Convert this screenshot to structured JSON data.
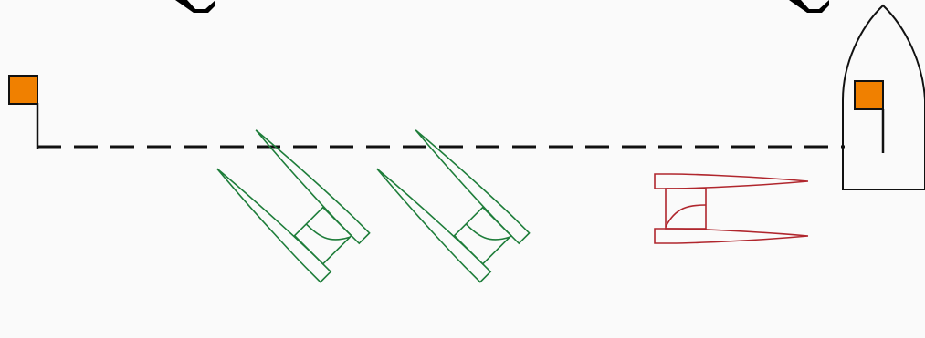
{
  "diagram": {
    "flag_color": "#f08000",
    "line_color": "#111111",
    "green_boat_color": "#1e7d3a",
    "red_boat_color": "#b0262d",
    "background": "#fafafa"
  },
  "elements": {
    "pin_flag": {
      "icon": "flag-icon"
    },
    "committee_boat": {
      "icon": "boat-outline-icon"
    },
    "boat_flag": {
      "icon": "flag-icon"
    },
    "start_line": {
      "style": "dashed"
    },
    "catamaran_green_1": {
      "icon": "catamaran-icon",
      "color_role": "green"
    },
    "catamaran_green_2": {
      "icon": "catamaran-icon",
      "color_role": "green"
    },
    "catamaran_red": {
      "icon": "catamaran-icon",
      "color_role": "red"
    }
  }
}
